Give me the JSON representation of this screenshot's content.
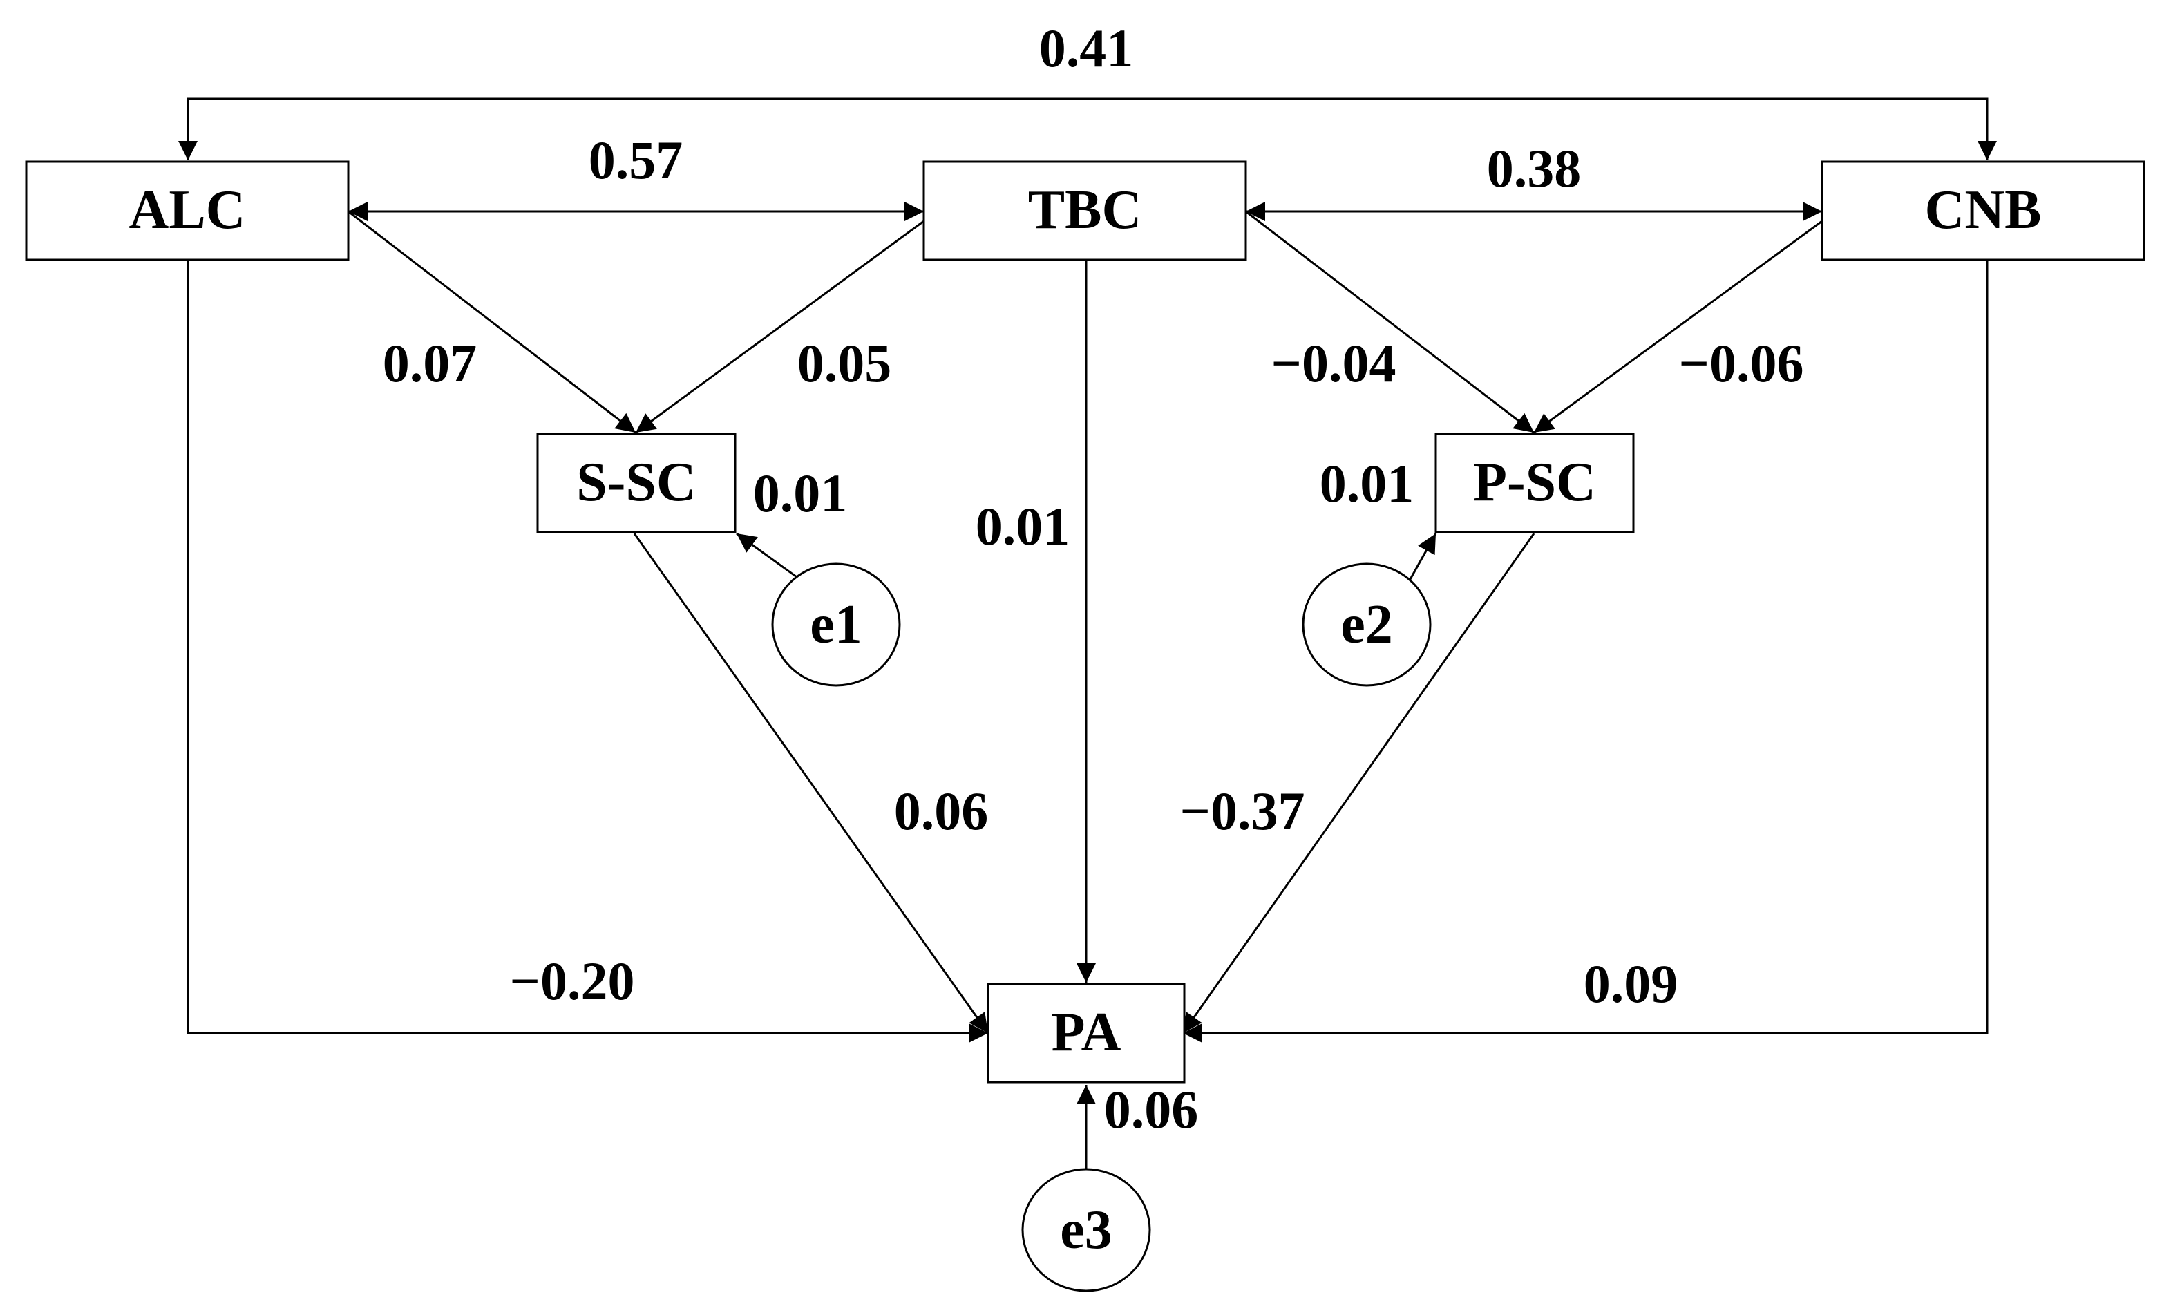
{
  "nodes": {
    "ALC": "ALC",
    "TBC": "TBC",
    "CNB": "CNB",
    "S_SC": "S-SC",
    "P_SC": "P-SC",
    "PA": "PA",
    "e1": "e1",
    "e2": "e2",
    "e3": "e3"
  },
  "edges": [
    {
      "from": "ALC",
      "to": "CNB",
      "type": "covariance",
      "label": "0.41"
    },
    {
      "from": "ALC",
      "to": "TBC",
      "type": "covariance",
      "label": "0.57"
    },
    {
      "from": "TBC",
      "to": "CNB",
      "type": "covariance",
      "label": "0.38"
    },
    {
      "from": "ALC",
      "to": "S-SC",
      "type": "path",
      "label": "0.07"
    },
    {
      "from": "TBC",
      "to": "S-SC",
      "type": "path",
      "label": "0.05"
    },
    {
      "from": "TBC",
      "to": "P-SC",
      "type": "path",
      "label": "−0.04"
    },
    {
      "from": "CNB",
      "to": "P-SC",
      "type": "path",
      "label": "−0.06"
    },
    {
      "from": "e1",
      "to": "S-SC",
      "type": "error",
      "label": "0.01"
    },
    {
      "from": "e2",
      "to": "P-SC",
      "type": "error",
      "label": "0.01"
    },
    {
      "from": "TBC",
      "to": "PA",
      "type": "path",
      "label": "0.01"
    },
    {
      "from": "S-SC",
      "to": "PA",
      "type": "path",
      "label": "0.06"
    },
    {
      "from": "P-SC",
      "to": "PA",
      "type": "path",
      "label": "−0.37"
    },
    {
      "from": "ALC",
      "to": "PA",
      "type": "path",
      "label": "−0.20"
    },
    {
      "from": "CNB",
      "to": "PA",
      "type": "path",
      "label": "0.09"
    },
    {
      "from": "e3",
      "to": "PA",
      "type": "error",
      "label": "0.06"
    }
  ]
}
